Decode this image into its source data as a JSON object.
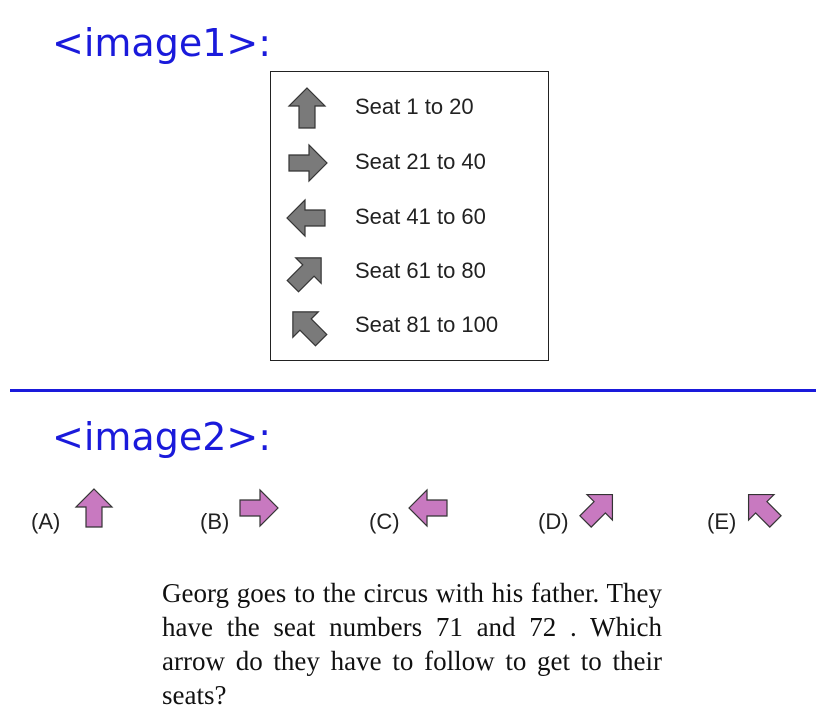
{
  "headings": {
    "image1": "<image1>:",
    "image2": "<image2>:"
  },
  "colors": {
    "heading": "#1a1adb",
    "legend_arrow_fill": "#7a7a7a",
    "option_arrow_fill": "#c879c0",
    "divider": "#1a1adb"
  },
  "legend": {
    "items": [
      {
        "arrow": "arrow-up-icon",
        "label": "Seat 1 to 20"
      },
      {
        "arrow": "arrow-right-icon",
        "label": "Seat 21 to 40"
      },
      {
        "arrow": "arrow-left-icon",
        "label": "Seat 41 to 60"
      },
      {
        "arrow": "arrow-diagonal-up-right-icon",
        "label": "Seat 61 to 80"
      },
      {
        "arrow": "arrow-diagonal-up-left-icon",
        "label": "Seat 81 to 100"
      }
    ]
  },
  "options": [
    {
      "label": "(A)",
      "arrow": "arrow-up-icon"
    },
    {
      "label": "(B)",
      "arrow": "arrow-right-icon"
    },
    {
      "label": "(C)",
      "arrow": "arrow-left-icon"
    },
    {
      "label": "(D)",
      "arrow": "arrow-diagonal-up-right-icon"
    },
    {
      "label": "(E)",
      "arrow": "arrow-diagonal-up-left-icon"
    }
  ],
  "question": "Georg goes to the circus with his father. They have the seat numbers 71 and 72 . Which arrow do they have to follow to get to their seats?"
}
